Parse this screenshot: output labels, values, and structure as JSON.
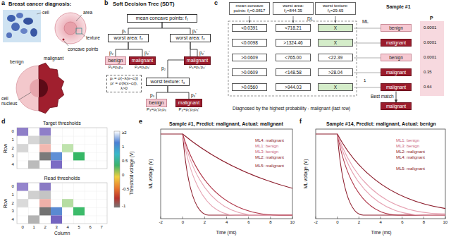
{
  "diagram": {
    "nodes": [
      {
        "text": [
          "mean concave points: f₁"
        ]
      },
      {
        "text": [
          "worst area: f₂"
        ]
      },
      {
        "text": [
          "worst area: f₂"
        ]
      },
      {
        "text": [
          "benign",
          "P₁=p₁p₂"
        ]
      },
      {
        "text": [
          "malignant",
          "P₂=p₁p₂'"
        ]
      },
      {
        "text": [
          "worst texture: f₃"
        ]
      },
      {
        "text": [
          "malignant",
          "P₅=p₁'p₂'"
        ]
      },
      {
        "text": [
          "benign",
          "P₃=p₁'p₂p₃"
        ]
      },
      {
        "text": [
          "malignant",
          "P₄=p₁'p₂p₃'"
        ]
      },
      {
        "text": [
          "pᵢ = σ(−λ(x−cᵢ))",
          "pᵢ' = σ(λ(x−cᵢ)), λ>0"
        ]
      },
      {
        "text": [
          "mean concave points: f₁=0.0817"
        ]
      },
      {
        "text": [
          "worst area: f₂=844.35"
        ]
      },
      {
        "text": [
          "worst texture: f₃=29.65"
        ]
      },
      {
        "text": [
          "<0.0391"
        ]
      },
      {
        "text": [
          "<718.21"
        ]
      },
      {
        "text": [
          "X"
        ]
      },
      {
        "text": [
          "<0.0098"
        ]
      },
      {
        "text": [
          ">1324.46"
        ]
      },
      {
        "text": [
          "X"
        ]
      },
      {
        "text": [
          ">0.0609"
        ]
      },
      {
        "text": [
          "<765.00"
        ]
      },
      {
        "text": [
          "<22.39"
        ]
      },
      {
        "text": [
          ">0.0609"
        ]
      },
      {
        "text": [
          "<148.58"
        ]
      },
      {
        "text": [
          ">28.04"
        ]
      },
      {
        "text": [
          ">0.0560"
        ]
      },
      {
        "text": [
          ">944.03"
        ]
      },
      {
        "text": [
          "X"
        ]
      },
      {
        "text": [
          "benign"
        ]
      },
      {
        "text": [
          "malignant"
        ]
      },
      {
        "text": [
          "benign"
        ]
      },
      {
        "text": [
          "malignant"
        ]
      },
      {
        "text": [
          "malignant"
        ]
      },
      {
        "text": [
          "malignant"
        ]
      }
    ],
    "edges": [
      {
        "from": 0,
        "to": 1,
        "arrow": "none",
        "label": "p₁"
      },
      {
        "from": 0,
        "to": 2,
        "arrow": "none",
        "label": "p₁'"
      },
      {
        "from": 1,
        "to": 3,
        "arrow": "none",
        "label": "p₂"
      },
      {
        "from": 1,
        "to": 4,
        "arrow": "none",
        "label": "p₂'"
      },
      {
        "from": 2,
        "to": 5,
        "arrow": "none",
        "label": "p₂"
      },
      {
        "from": 2,
        "to": 6,
        "arrow": "none",
        "label": "p₂'"
      },
      {
        "from": 5,
        "to": 7,
        "arrow": "none",
        "label": "p₃"
      },
      {
        "from": 5,
        "to": 8,
        "arrow": "none",
        "label": "p₃'"
      },
      {
        "from": 32,
        "to": 33,
        "arrow": "to",
        "label": "Best match"
      }
    ],
    "labels": [
      "a",
      "Breast cancer diagnosis:",
      "cell",
      "area",
      "texture",
      "concave points",
      "benign",
      "malignant",
      "cell nucleus",
      "b",
      "Soft Decision Tree (SDT)",
      "c",
      "Sample #1",
      "DL",
      "ML",
      "P",
      "0.0001",
      "0.0001",
      "0.0001",
      "0.35",
      "0.64",
      "1",
      "Diagnosed by the highest probability - malignant (last row)",
      "d",
      "Target thresholds",
      "Read thresholds",
      "Row",
      "Row",
      "0",
      "1",
      "2",
      "3",
      "4",
      "0",
      "1",
      "2",
      "3",
      "4",
      "0",
      "1",
      "2",
      "3",
      "4",
      "5",
      "6",
      "7",
      "Column",
      "≥2",
      "1",
      "0.5",
      "0",
      "-0.5",
      "-1",
      "Threshold voltage (V)",
      "e",
      "Sample #1, Predict: malignant, Actual: malignant",
      "ML voltage (V)",
      "Time (ms)",
      "-2",
      "0",
      "2",
      "4",
      "6",
      "8",
      "10",
      "ML5: malignant",
      "ML4: malignant",
      "ML1: benign",
      "ML3: benign",
      "ML2: malignant",
      "f",
      "Sample #14, Predict: malignant, Actual: benign",
      "ML voltage (V)",
      "Time (ms)",
      "-2",
      "0",
      "2",
      "4",
      "6",
      "8",
      "10",
      "ML5: malignant",
      "ML1: benign",
      "ML3: benign",
      "ML2: malignant",
      "ML4: malignant"
    ]
  }
}
